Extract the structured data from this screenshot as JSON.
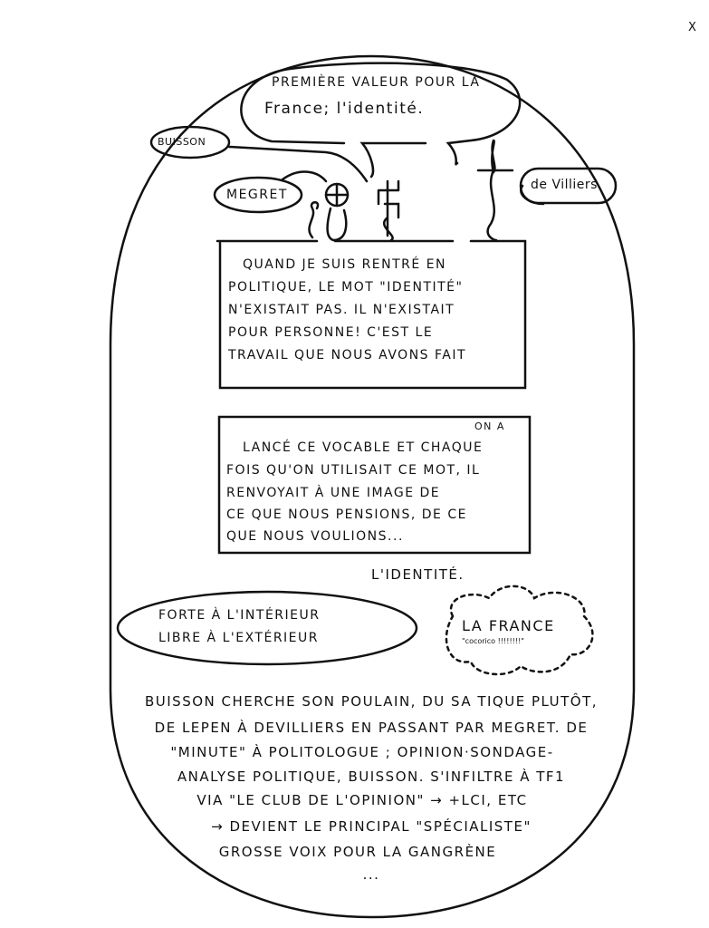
{
  "corner_mark": "x",
  "top_bubble": {
    "line1": "Première valeur pour la",
    "line2": "France; l'identité."
  },
  "labels": {
    "buisson": "Buisson",
    "megret": "Megret",
    "devilliers": "de Villiers"
  },
  "box1": {
    "lines": [
      "Quand je suis rentré en",
      "politique, le mot \"identité\"",
      "n'existait pas. Il n'existait",
      "pour personne! C'est le",
      "travail que nous avons fait"
    ]
  },
  "box2": {
    "lines": [
      "on a",
      "lancé ce vocable et chaque",
      "fois qu'on utilisait ce mot, il",
      "renvoyait à une image de",
      "ce que nous pensions, de ce",
      "que nous voulions..."
    ]
  },
  "identite_caption": "L'identité.",
  "oval_bubble": {
    "line1": "Forte à l'intérieur",
    "line2": "libre à l'extérieur"
  },
  "cloud": {
    "title": "La France",
    "subtitle": "\"cocorico !!!!!!!!\""
  },
  "bottom_text": {
    "lines": [
      "Buisson cherche son poulain, du sa tique plutôt,",
      "de LePen à Devilliers en passant par Megret. De",
      "\"Minute\" à politologue ; opinion·sondage-",
      "analyse politique, Buisson. s'infiltre à TF1",
      "via \"Le Club de l'opinion\" → +LCI, etc",
      "→ devient le principal \"spécialiste\"",
      "grosse voix pour la gangrène",
      "..."
    ]
  }
}
